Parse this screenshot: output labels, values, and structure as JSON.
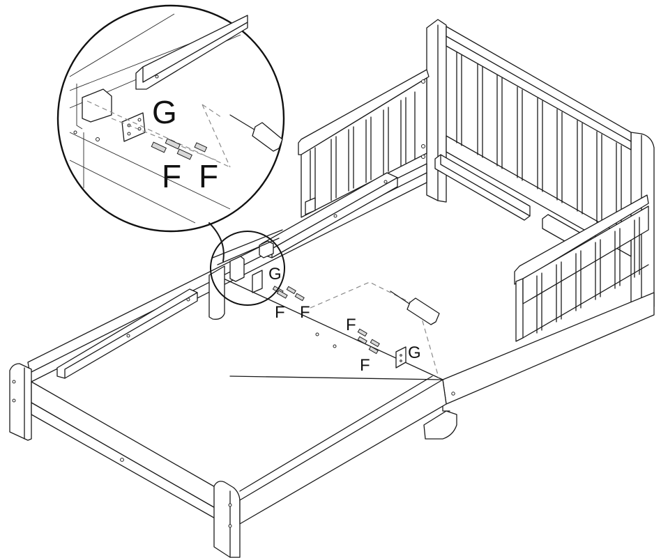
{
  "diagram": {
    "subject": "toddler bed assembly step",
    "line_color": "#1a1a1a",
    "guide_line_color": "#8a8a8a",
    "background": "#ffffff",
    "parts": [
      {
        "id": "headboard",
        "description": "tall slatted headboard, right rear"
      },
      {
        "id": "footboard",
        "description": "low footboard panel, front left"
      },
      {
        "id": "side-guard-rail-left",
        "description": "slatted side guard rail on back side rail"
      },
      {
        "id": "side-guard-rail-right",
        "description": "slatted side guard rail on right side rail"
      },
      {
        "id": "side-rail-left",
        "description": "long side rail, back"
      },
      {
        "id": "side-rail-front",
        "description": "long side rail, front"
      },
      {
        "id": "slat-support-cleat",
        "description": "wooden cleats along inside of rails"
      },
      {
        "id": "bracket-G",
        "description": "metal L-bracket part G"
      },
      {
        "id": "screw-F",
        "description": "screws part F"
      },
      {
        "id": "screwdriver",
        "description": "screwdriver tool"
      }
    ],
    "detail_callout": {
      "labels": {
        "bracket": "G",
        "screw_left": "F",
        "screw_right": "F"
      }
    },
    "labels": {
      "g_mid": "G",
      "f_mid_left": "F",
      "f_mid_right": "F",
      "f_lower_top": "F",
      "f_lower_bottom": "F",
      "g_lower": "G"
    }
  }
}
